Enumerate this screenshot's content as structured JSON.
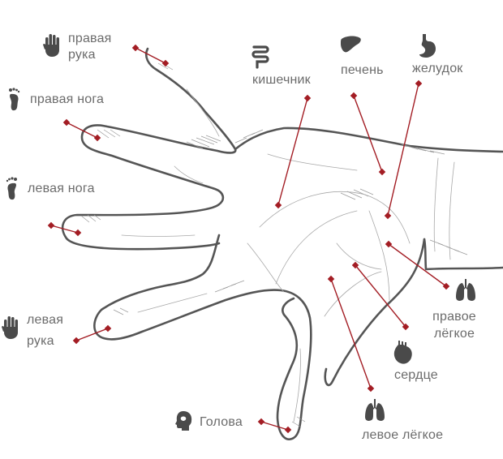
{
  "labels": {
    "right_hand_line1": "правая",
    "right_hand_line2": "рука",
    "right_leg": "правая нога",
    "left_leg": "левая нога",
    "left_hand_line1": "левая",
    "left_hand_line2": "рука",
    "intestine": "кишечник",
    "liver": "печень",
    "stomach": "желудок",
    "right_lung_line1": "правое",
    "right_lung_line2": "лёгкое",
    "heart": "сердце",
    "left_lung": "левое лёгкое",
    "head": "Голова"
  },
  "icons": {
    "right_hand": "hand-icon",
    "right_leg": "foot-icon",
    "left_leg": "foot-icon",
    "left_hand": "hand-icon",
    "intestine": "intestine-icon",
    "liver": "liver-icon",
    "stomach": "stomach-icon",
    "right_lung": "lungs-icon",
    "heart": "heart-icon",
    "left_lung": "lungs-icon",
    "head": "head-icon"
  },
  "colors": {
    "leader": "#a31d24",
    "outline": "#555555",
    "text": "#6b6b6b",
    "icon": "#4a4a4a"
  }
}
